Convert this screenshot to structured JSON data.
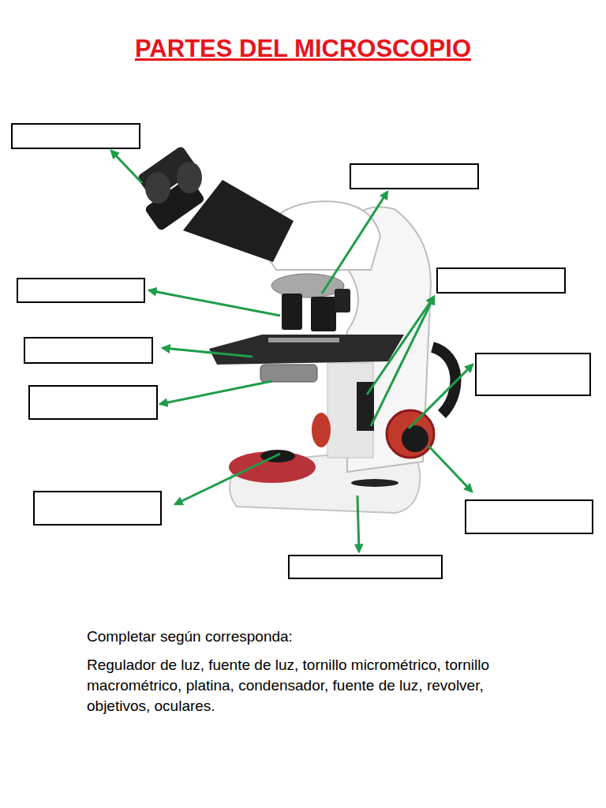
{
  "diagram": {
    "title": "PARTES DEL MICROSCOPIO",
    "labels": [
      "Completar según corresponda:",
      "Regulador de luz, fuente de luz, tornillo micrométrico, tornillo macrométrico, platina, condensador, fuente de luz, revolver, objetivos, oculares."
    ]
  }
}
